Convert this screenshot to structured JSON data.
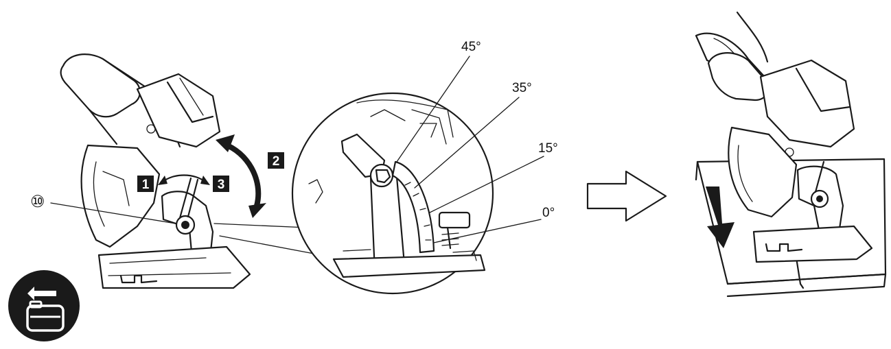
{
  "diagram": {
    "callout_number": "⑩",
    "steps": [
      "1",
      "2",
      "3"
    ],
    "angle_labels": [
      "45°",
      "35°",
      "15°",
      "0°"
    ],
    "colors": {
      "ink": "#1a1a1a",
      "background": "#ffffff",
      "icon_circle": "#1a1a1a"
    },
    "icons": [
      "battery-remove-icon",
      "right-arrow-icon",
      "cut-direction-arrow-icon"
    ]
  }
}
